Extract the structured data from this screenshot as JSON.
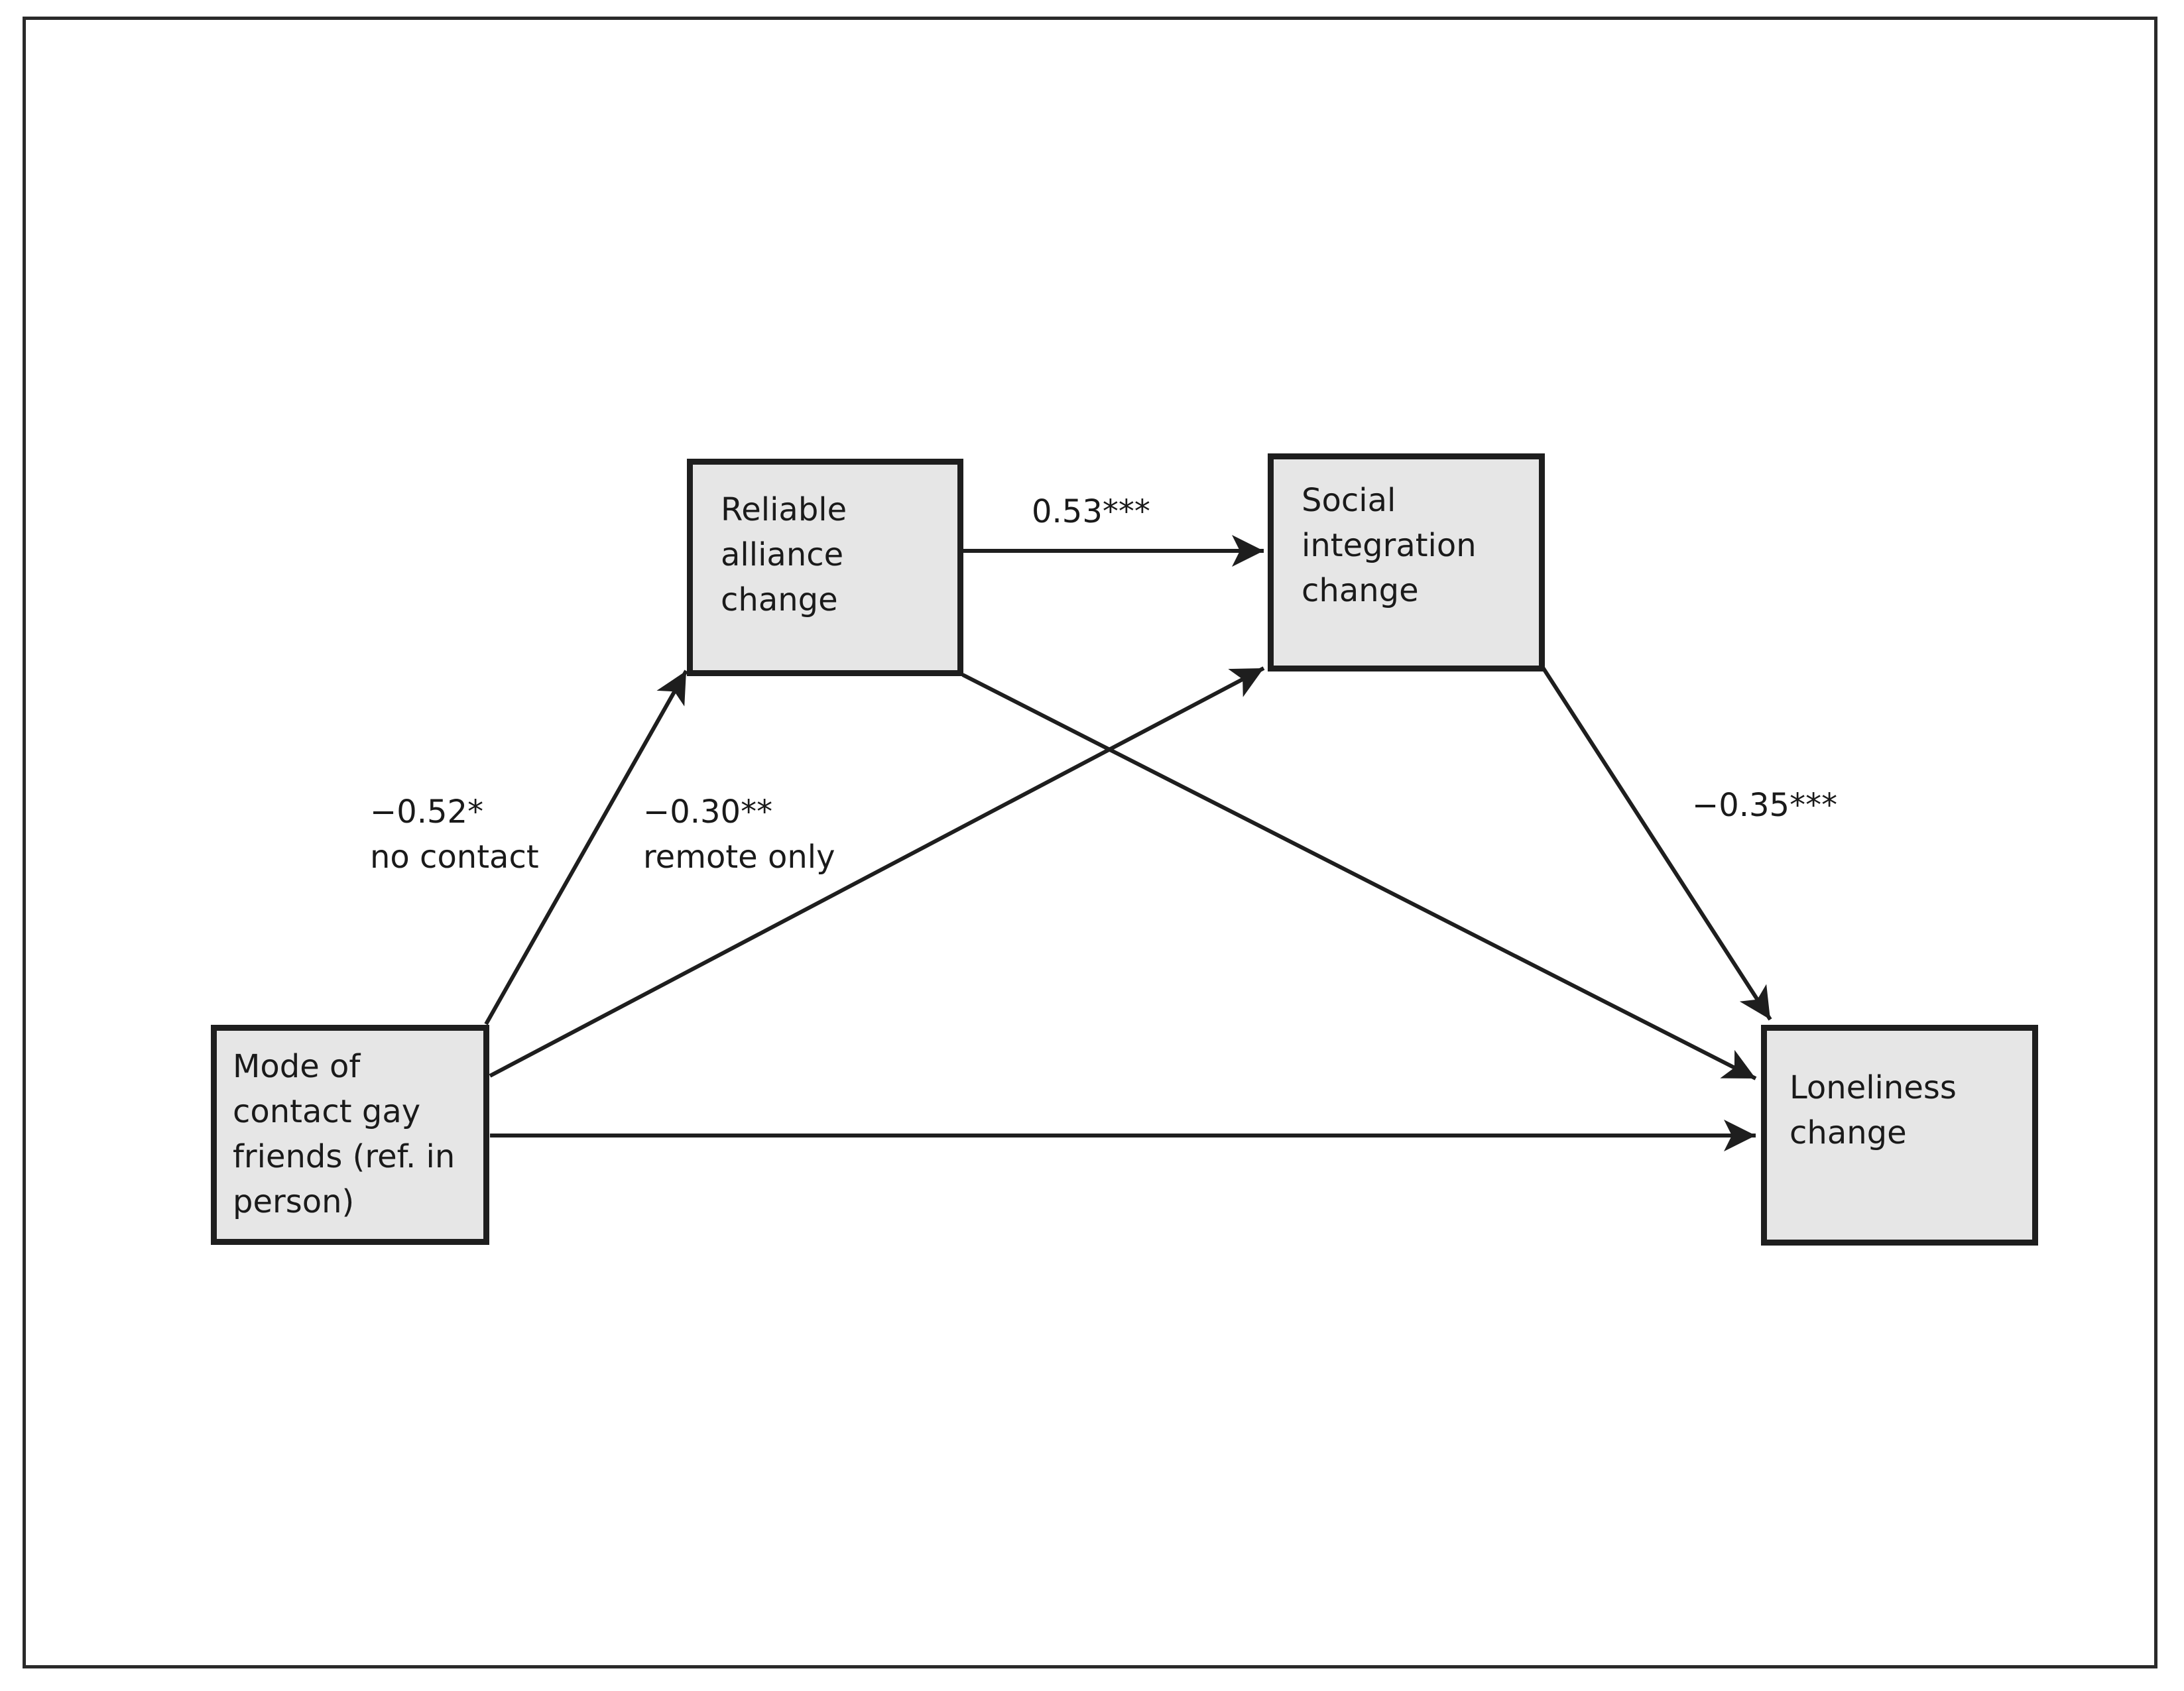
{
  "nodes": {
    "mode_of_contact": "Mode of\ncontact gay\nfriends (ref. in\nperson)",
    "reliable_alliance": "Reliable\nalliance\nchange",
    "social_integration": "Social\nintegration\nchange",
    "loneliness": "Loneliness\nchange"
  },
  "coefficients": {
    "mode_to_reliable": "−0.52*\nno contact",
    "mode_to_social": "−0.30**\nremote only",
    "reliable_to_social": "0.53***",
    "social_to_loneliness": "−0.35***"
  },
  "colors": {
    "box_fill": "#e6e6e6",
    "stroke": "#1e1e1e"
  }
}
